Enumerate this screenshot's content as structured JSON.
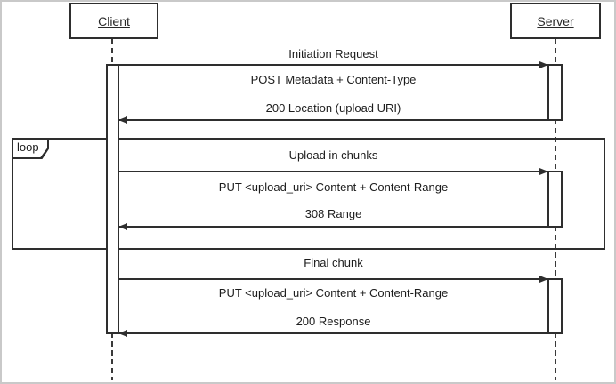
{
  "colors": {
    "line": "#2e2e2e",
    "text": "#1c1c1c",
    "background": "#ffffff",
    "frame_border": "#c9c9c9"
  },
  "actors": [
    {
      "label": "Client"
    },
    {
      "label": "Server"
    }
  ],
  "fragment": {
    "operator": "loop"
  },
  "sections": [
    {
      "title": "Initiation Request",
      "request": "POST Metadata + Content-Type",
      "response": "200 Location (upload URI)"
    },
    {
      "title": "Upload in chunks",
      "request": "PUT <upload_uri> Content + Content-Range",
      "response": "308 Range"
    },
    {
      "title": "Final chunk",
      "request": "PUT <upload_uri> Content + Content-Range",
      "response": "200 Response"
    }
  ]
}
